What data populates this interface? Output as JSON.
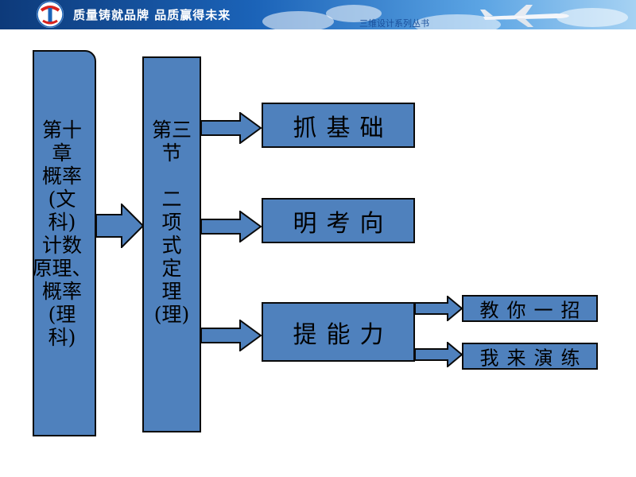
{
  "header": {
    "slogan": "质量铸就品牌 品质赢得未来",
    "series_label": "三维设计系列丛书",
    "logo_icon": "logo-icon",
    "plane_icon": "airplane-icon"
  },
  "chapter": {
    "lines": [
      "第十",
      "章",
      "概率",
      "(文",
      "科)",
      "计数",
      "原理、",
      "概率",
      "(理",
      "科)"
    ]
  },
  "section": {
    "lines": [
      "第三节",
      "",
      "二",
      "项",
      "式",
      "定",
      "理",
      "(理)"
    ]
  },
  "parts": [
    {
      "label": "抓基础"
    },
    {
      "label": "明考向"
    },
    {
      "label": "提能力"
    }
  ],
  "subparts": [
    {
      "label": "教你一招"
    },
    {
      "label": "我来演练"
    }
  ],
  "colors": {
    "box_fill": "#4f81bd",
    "border": "#0a0a0a",
    "arrow_fill": "#4f81bd"
  }
}
